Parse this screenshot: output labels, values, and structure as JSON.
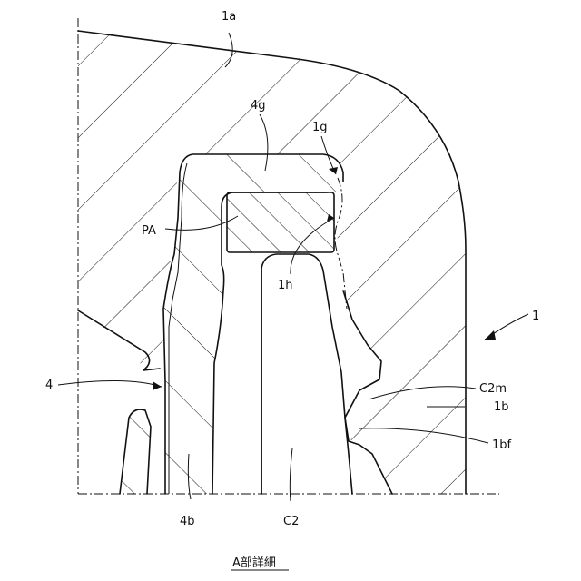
{
  "figure": {
    "caption": "A部詳細",
    "labels": {
      "1": "1",
      "1a": "1a",
      "1b": "1b",
      "1bf": "1bf",
      "1g": "1g",
      "1h": "1h",
      "4": "4",
      "4b": "4b",
      "4g": "4g",
      "C2": "C2",
      "C2m": "C2m",
      "PA": "PA"
    }
  }
}
